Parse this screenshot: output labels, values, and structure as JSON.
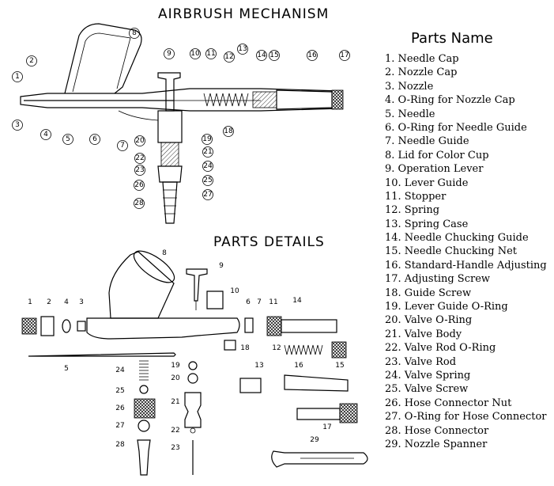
{
  "titles": {
    "mechanism": "AIRBRUSH MECHANISM",
    "details": "PARTS DETAILS",
    "parts_name": "Parts Name"
  },
  "parts": [
    "1. Needle Cap",
    "2. Nozzle Cap",
    "3. Nozzle",
    "4. O-Ring for Nozzle Cap",
    "5. Needle",
    "6. O-Ring for Needle Guide",
    "7. Needle Guide",
    "8. Lid for Color Cup",
    "9. Operation Lever",
    "10. Lever Guide",
    "11. Stopper",
    "12. Spring",
    "13. Spring Case",
    "14.  Needle Chucking Guide",
    "15.  Needle Chucking Net",
    "16.  Standard-Handle Adjusting",
    "17.  Adjusting Screw",
    "18.  Guide Screw",
    "19.  Lever Guide O-Ring",
    "20.  Valve O-Ring",
    "21.  Valve Body",
    "22.  Valve Rod O-Ring",
    "23.  Valve Rod",
    "24.  Valve Spring",
    "25.  Valve Screw",
    "26.  Hose Connector Nut",
    "27.  O-Ring for Hose Connector",
    "28.  Hose Connector",
    "29.  Nozzle Spanner"
  ],
  "mechanism_labels": [
    "1",
    "2",
    "3",
    "4",
    "5",
    "6",
    "7",
    "8",
    "9",
    "10",
    "11",
    "12",
    "13",
    "14",
    "15",
    "16",
    "17",
    "18",
    "19",
    "20",
    "21",
    "22",
    "23",
    "24",
    "25",
    "26",
    "27",
    "28"
  ],
  "detail_labels": [
    "1",
    "2",
    "3",
    "4",
    "5",
    "6",
    "7",
    "8",
    "9",
    "10",
    "11",
    "12",
    "13",
    "14",
    "15",
    "16",
    "17",
    "18",
    "19",
    "20",
    "21",
    "22",
    "23",
    "24",
    "25",
    "26",
    "27",
    "28",
    "29"
  ]
}
